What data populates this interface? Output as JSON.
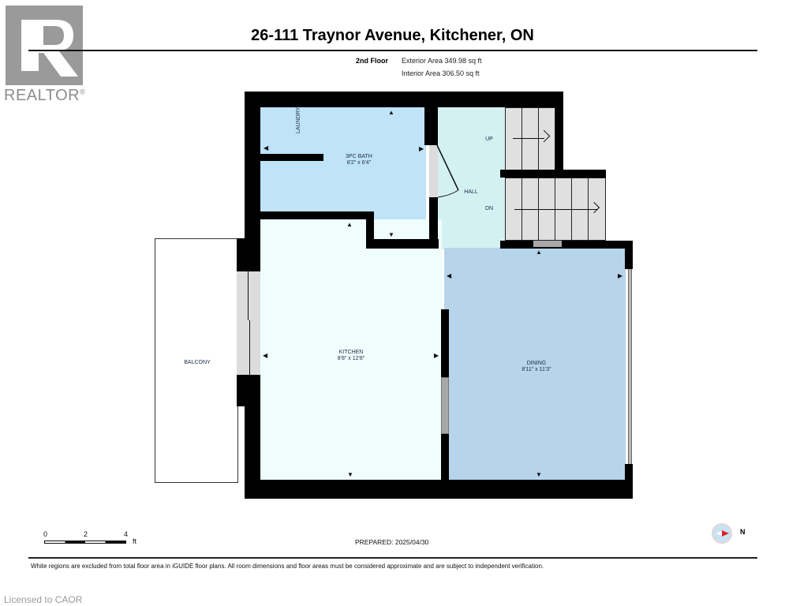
{
  "logo": {
    "brand": "REALTOR",
    "mark": "R",
    "registered": "®"
  },
  "header": {
    "title": "26-111 Traynor Avenue, Kitchener, ON",
    "floor": "2nd Floor",
    "exterior_area": "Exterior Area 349.98 sq ft",
    "interior_area": "Interior Area 306.50 sq ft"
  },
  "rooms": {
    "laundry": {
      "name": "LAUNDRY"
    },
    "bath": {
      "name": "3PC BATH",
      "dims": "8'2\" x 6'4\""
    },
    "hall": {
      "name": "HALL",
      "up": "UP",
      "down": "DN"
    },
    "kitchen": {
      "name": "KITCHEN",
      "dims": "8'8\" x 12'8\""
    },
    "dining": {
      "name": "DINING",
      "dims": "8'11\" x 11'3\""
    },
    "balcony": {
      "name": "BALCONY"
    }
  },
  "colors": {
    "bath_fill": "#bfe3f8",
    "hall_fill": "#d4f1f2",
    "kitchen_fill": "#effdfc",
    "dining_fill": "#b6d4ea",
    "stair_fill": "#e0e0e0",
    "window_fill": "#dcdcdc",
    "door_fill": "#a8a8a8",
    "compass_red": "#e0202a"
  },
  "scale": {
    "ticks": [
      "0",
      "2",
      "4"
    ],
    "unit": "ft"
  },
  "footer": {
    "prepared": "PREPARED: 2025/04/30",
    "disclaimer": "White regions are excluded from total floor area in iGUIDE floor plans. All room dimensions and floor areas must be considered approximate and are subject to independent verification.",
    "compass_label": "N",
    "licensed": "Licensed to CAOR"
  }
}
